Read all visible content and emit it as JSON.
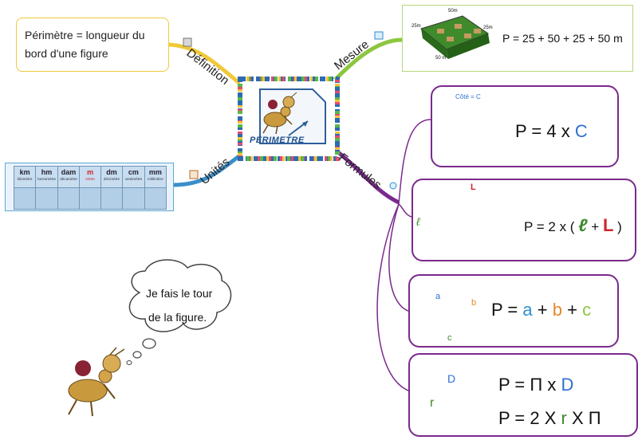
{
  "center": {
    "title": "PERIMETRE"
  },
  "branches": {
    "definition": {
      "label": "Définition",
      "color": "#f0c93a"
    },
    "mesure": {
      "label": "Mesure",
      "color": "#8cc63f"
    },
    "unites": {
      "label": "Unités",
      "color": "#3c8fc8"
    },
    "formules": {
      "label": "Formules",
      "color": "#7a2a8c"
    }
  },
  "definition": {
    "line1": "Périmètre = longueur du",
    "line2": "bord d'une figure"
  },
  "mesure": {
    "formula": "P = 25 + 50 + 25 + 50 m",
    "top_dim": "50m",
    "bottom_dim": "50 m",
    "left_dim": "25m",
    "right_dim": "25m"
  },
  "unites": {
    "units": [
      {
        "abbr": "km",
        "name": "kilomètre"
      },
      {
        "abbr": "hm",
        "name": "hectomètre"
      },
      {
        "abbr": "dam",
        "name": "décamètre"
      },
      {
        "abbr": "m",
        "name": "mètre",
        "highlight": true
      },
      {
        "abbr": "dm",
        "name": "décimètre"
      },
      {
        "abbr": "cm",
        "name": "centimètre"
      },
      {
        "abbr": "mm",
        "name": "millimètre"
      }
    ]
  },
  "formules": {
    "square": {
      "caption": "Côté = C",
      "p": "P =",
      "four": "4 x",
      "c": "C"
    },
    "rectangle": {
      "p": "P = 2 x (",
      "l_small": "ℓ",
      "plus": "+",
      "L": "L",
      "close": ")",
      "top_label": "L",
      "side_label": "ℓ"
    },
    "triangle": {
      "p": "P =",
      "a": "a",
      "plus1": "+",
      "b": "b",
      "plus2": "+",
      "c": "c",
      "side_a": "a",
      "side_b": "b",
      "side_c": "c"
    },
    "circle": {
      "line1_p": "P = Π x",
      "line1_d": "D",
      "line2_p": "P = 2 X",
      "line2_r": "r",
      "line2_end": "X Π",
      "diam_label": "D",
      "radius_label": "r"
    }
  },
  "cloud": {
    "line1": "Je fais le tour",
    "line2": "de la figure."
  },
  "colors": {
    "blue": "#2f6fd1",
    "red": "#d0242b",
    "green": "#3f8a2b",
    "orange": "#e8882a",
    "purple": "#7a2a8c",
    "sky": "#3aa0d8",
    "lime": "#8cc63f"
  }
}
